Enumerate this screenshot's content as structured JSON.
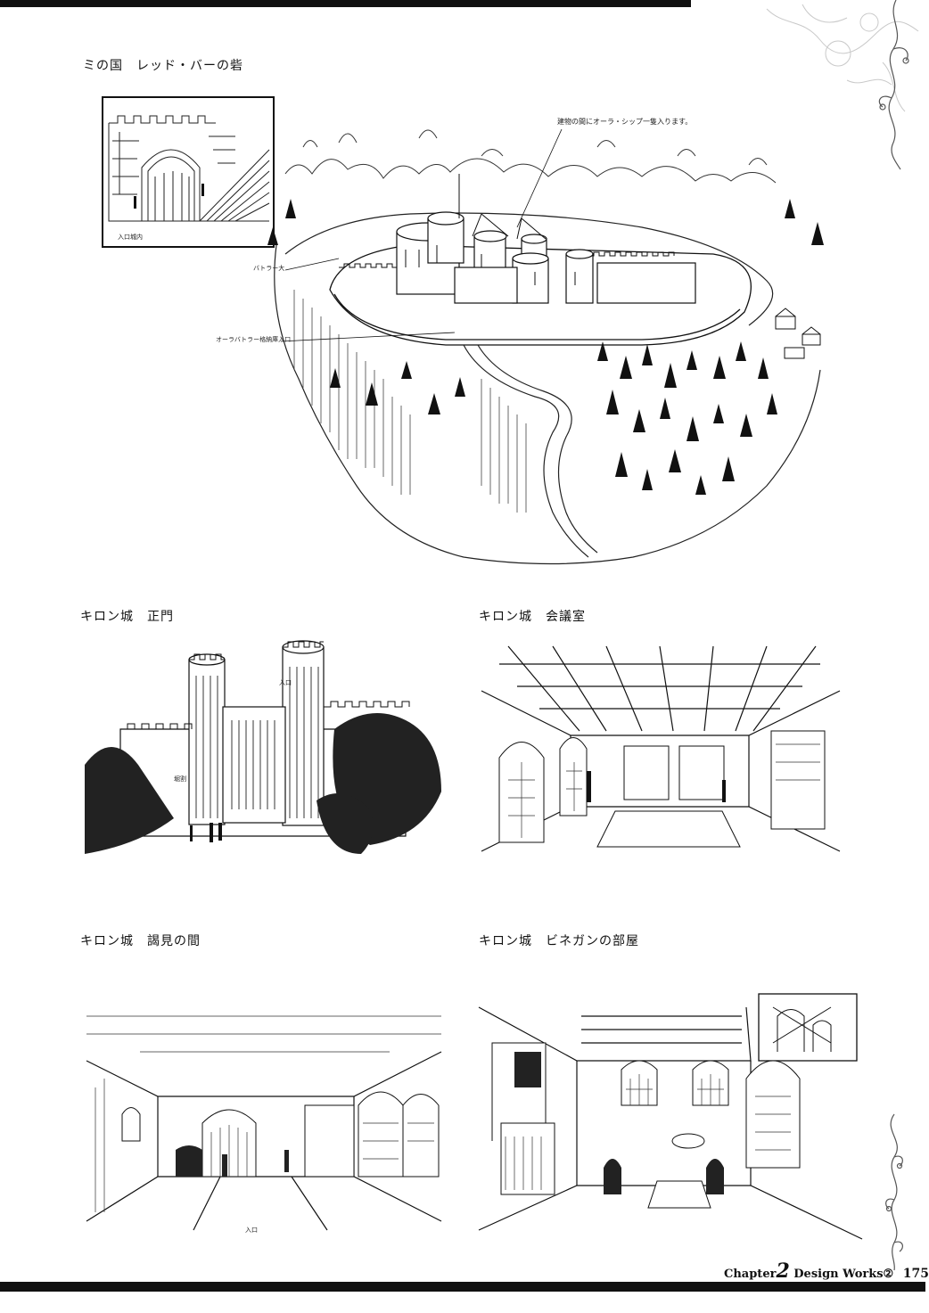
{
  "captions": {
    "castle_main": "ミの国　レッド・バーの砦",
    "main_gate": "キロン城　正門",
    "council_room": "キロン城　会議室",
    "audience_hall": "キロン城　謁見の間",
    "binegan_room": "キロン城　ビネガンの部屋"
  },
  "annotations": {
    "entrance_inset": "入口城内",
    "between_buildings": "建物の間にオーラ・シップ一隻入ります。",
    "battery": "バトラー大",
    "aura_battler_hangar": "オーラバトラー格納庫入口",
    "gate_note_a": "入口",
    "gate_note_b": "堀割",
    "gate_note_c": "入口",
    "hall_note": "入口"
  },
  "footer": {
    "chapter_word": "Chapter",
    "chapter_num": "2",
    "section": "Design Works②",
    "page_number": "175"
  }
}
